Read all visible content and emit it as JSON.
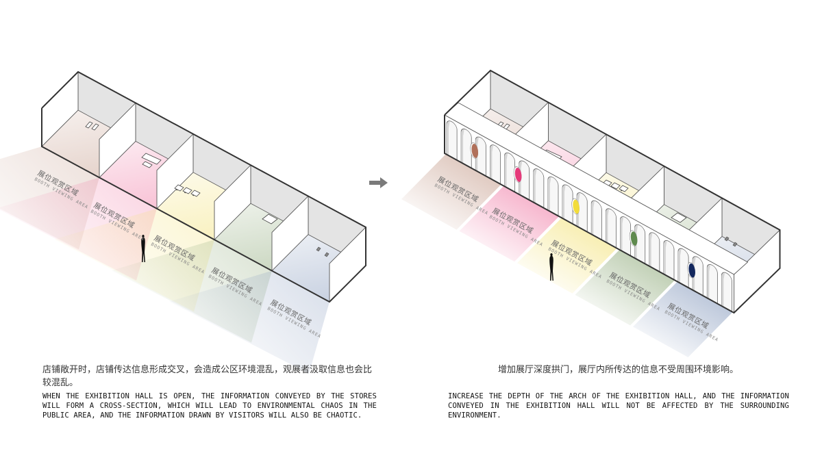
{
  "left_panel": {
    "description_cn": "店铺敞开时，店铺传达信息形成交叉，会造成公区环境混乱，观展者汲取信息也会比较混乱。",
    "description_en": "WHEN THE EXHIBITION HALL IS OPEN, THE INFORMATION CONVEYED BY THE STORES WILL FORM A CROSS-SECTION, WHICH WILL LEAD TO ENVIRONMENTAL CHAOS IN THE PUBLIC AREA, AND THE INFORMATION DRAWN BY VISITORS WILL ALSO BE CHAOTIC.",
    "area_labels": [
      {
        "cn": "展位观赏区域",
        "en": "BOOTH VIEWING AREA"
      },
      {
        "cn": "展位观赏区域",
        "en": "BOOTH VIEWING AREA"
      },
      {
        "cn": "展位观赏区域",
        "en": "BOOTH VIEWING AREA"
      },
      {
        "cn": "展位观赏区域",
        "en": "BOOTH VIEWING AREA"
      },
      {
        "cn": "展位观赏区域",
        "en": "BOOTH VIEWING AREA"
      }
    ]
  },
  "right_panel": {
    "description_cn": "增加展厅深度拱门，展厅内所传达的信息不受周围环境影响。",
    "description_en": "INCREASE THE DEPTH OF THE ARCH OF THE EXHIBITION HALL, AND THE INFORMATION CONVEYED IN THE EXHIBITION HALL WILL NOT BE AFFECTED BY THE SURROUNDING ENVIRONMENT.",
    "area_labels": [
      {
        "cn": "展位观赏区域",
        "en": "BOOTH VIEWING AREA"
      },
      {
        "cn": "展位观赏区域",
        "en": "BOOTH VIEWING AREA"
      },
      {
        "cn": "展位观赏区域",
        "en": "BOOTH VIEWING AREA"
      },
      {
        "cn": "展位观赏区域",
        "en": "BOOTH VIEWING AREA"
      },
      {
        "cn": "展位观赏区域",
        "en": "BOOTH VIEWING AREA"
      }
    ]
  },
  "booth_colors": [
    "#c9a393",
    "#f07fa8",
    "#f3e27a",
    "#93ad7f",
    "#8c9fc0"
  ],
  "sign_colors": [
    "#b0705a",
    "#e53a7a",
    "#f2dc3a",
    "#5f8a4e",
    "#14285e"
  ],
  "arrow_icon": "right-arrow-icon",
  "figure_icon": "person-silhouette-icon"
}
